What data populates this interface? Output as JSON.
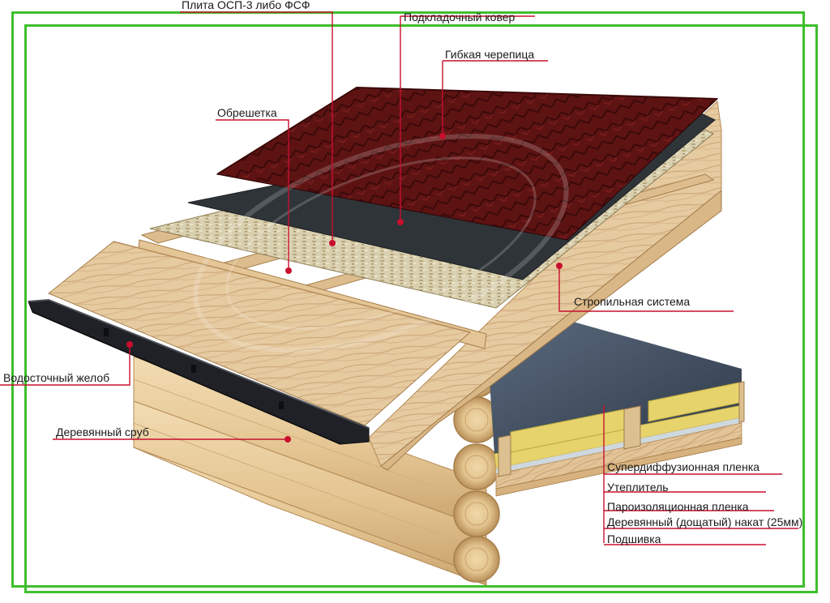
{
  "colors": {
    "frame": "#3fbf2e",
    "leader": "#c8102e",
    "shingle": "#6b1515",
    "underlay": "#2e3338",
    "osb": "#d8cfae",
    "wood": "#e3c69a",
    "gutter": "#1d1f24",
    "membrane": "#3d4a5c",
    "insulation": "#e2d26a"
  },
  "labels": {
    "osb": "Плита ОСП-3 либо ФСФ",
    "underlay": "Подкладочный ковер",
    "shingles": "Гибкая черепица",
    "battens": "Обрешетка",
    "rafters": "Стропильная система",
    "gutter": "Водосточный желоб",
    "log_frame": "Деревянный сруб",
    "membrane": "Супердиффузионная пленка",
    "insulation": "Утеплитель",
    "vapor_barrier": "Пароизоляционная пленка",
    "board_deck": "Деревянный (дощатый) накат (25мм)",
    "lining": "Подшивка"
  }
}
